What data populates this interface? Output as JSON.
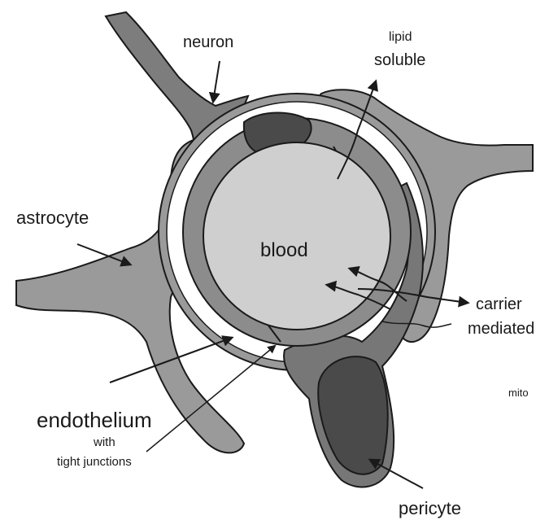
{
  "labels": {
    "neuron": "neuron",
    "lipid_line1": "lipid",
    "lipid_line2": "soluble",
    "astrocyte": "astrocyte",
    "blood": "blood",
    "carrier_line1": "carrier",
    "carrier_line2": "mediated",
    "mito": "mito",
    "endothelium": "endothelium",
    "with": "with",
    "tight_junctions": "tight junctions",
    "pericyte": "pericyte"
  },
  "colors": {
    "outline": "#1a1a1a",
    "astrocyte_fill": "#9a9a9a",
    "neuron_fill": "#7d7d7d",
    "endothelium_fill": "#8c8c8c",
    "blood_fill": "#cfcfcf",
    "nucleus_fill": "#4a4a4a",
    "pericyte_fill": "#777777",
    "gap": "#ffffff"
  }
}
